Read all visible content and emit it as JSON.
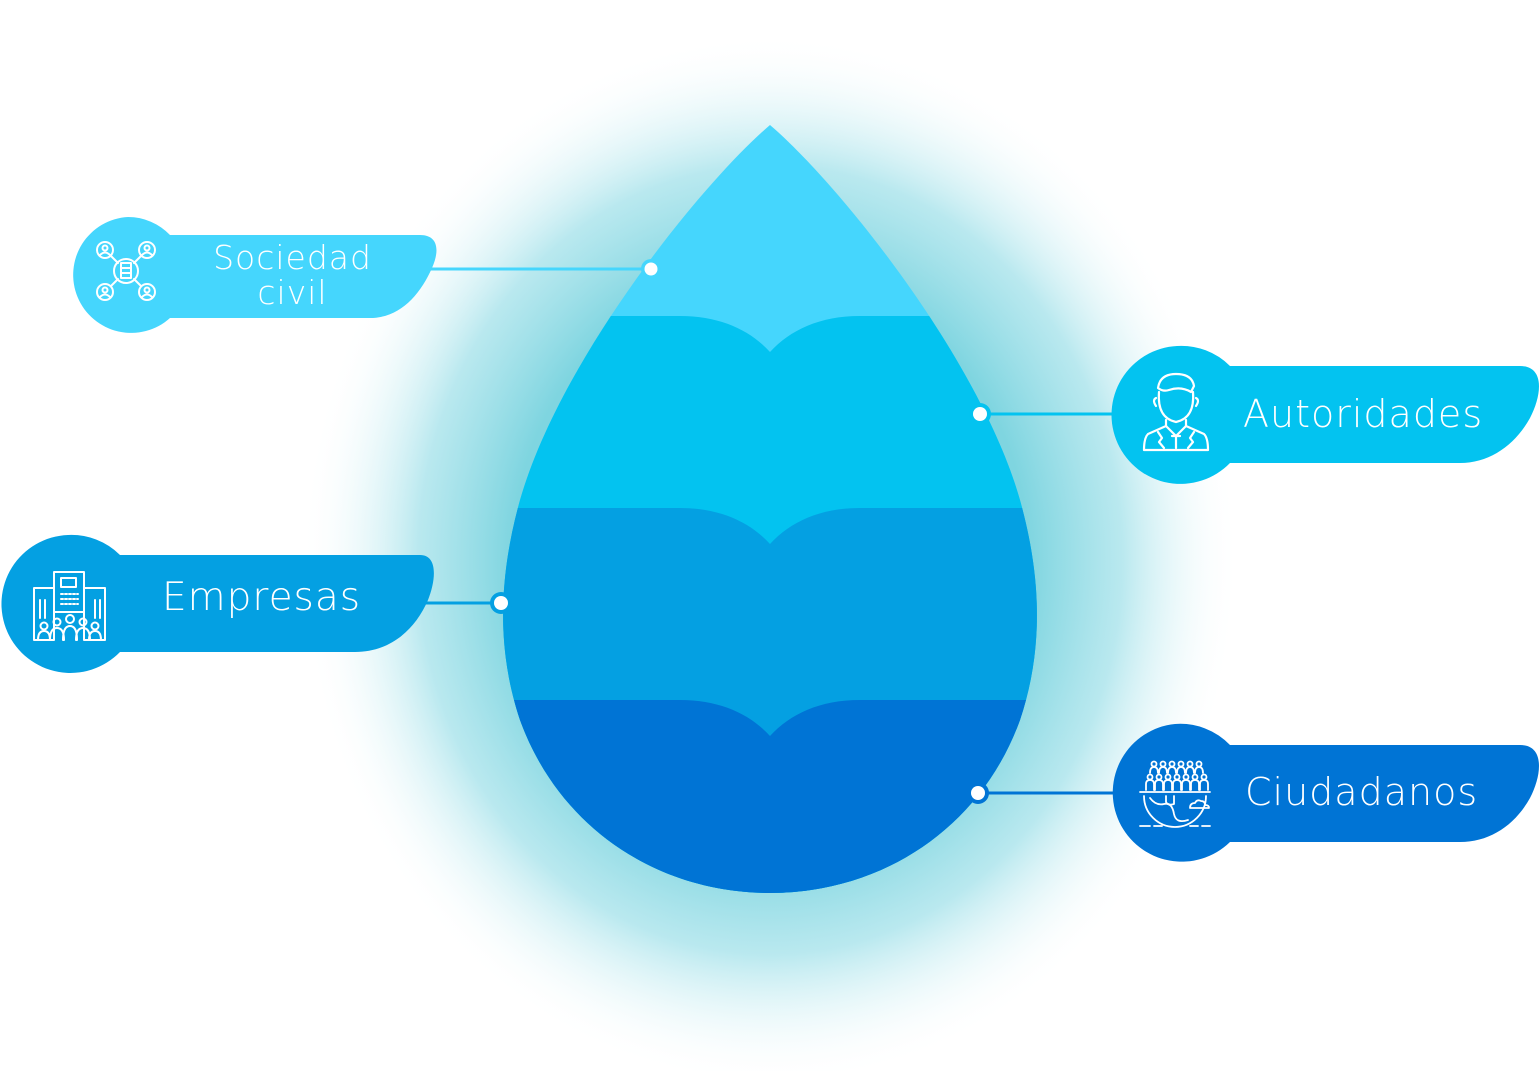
{
  "diagram": {
    "title": "Water drop stakeholders diagram",
    "layers": [
      {
        "id": "layer-1",
        "color": "#45D6FD"
      },
      {
        "id": "layer-2",
        "color": "#03C3F0"
      },
      {
        "id": "layer-3",
        "color": "#04A0E2"
      },
      {
        "id": "layer-4",
        "color": "#0074D5"
      }
    ],
    "glow_color": "#7FD5E0",
    "stakeholders": [
      {
        "label_line1": "Sociedad",
        "label_line2": "civil",
        "icon": "community-network-icon",
        "color": "#45D6FD",
        "side": "left",
        "layer": 1
      },
      {
        "label": "Autoridades",
        "icon": "official-person-icon",
        "color": "#03C3F0",
        "side": "right",
        "layer": 2
      },
      {
        "label": "Empresas",
        "icon": "buildings-people-icon",
        "color": "#04A0E2",
        "side": "left",
        "layer": 3
      },
      {
        "label": "Ciudadanos",
        "icon": "citizens-globe-icon",
        "color": "#0074D5",
        "side": "right",
        "layer": 4
      }
    ]
  }
}
